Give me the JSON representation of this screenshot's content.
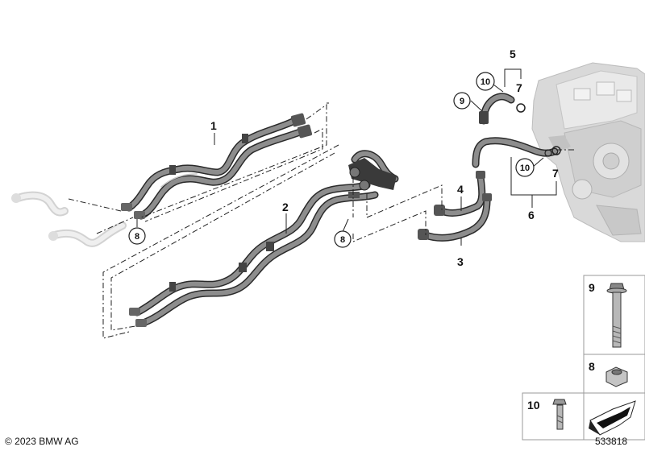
{
  "callouts": {
    "c1": "1",
    "c2": "2",
    "c3": "3",
    "c4": "4",
    "c5": "5",
    "c6": "6",
    "c7a": "7",
    "c7b": "7",
    "c8a": "8",
    "c8b": "8",
    "c9": "9",
    "c10a": "10",
    "c10b": "10"
  },
  "legend": {
    "bolt_label": "9",
    "nut_label": "8",
    "screw_label": "10"
  },
  "footer": {
    "copyright": "© 2023 BMW AG",
    "diagram_number": "533818"
  }
}
